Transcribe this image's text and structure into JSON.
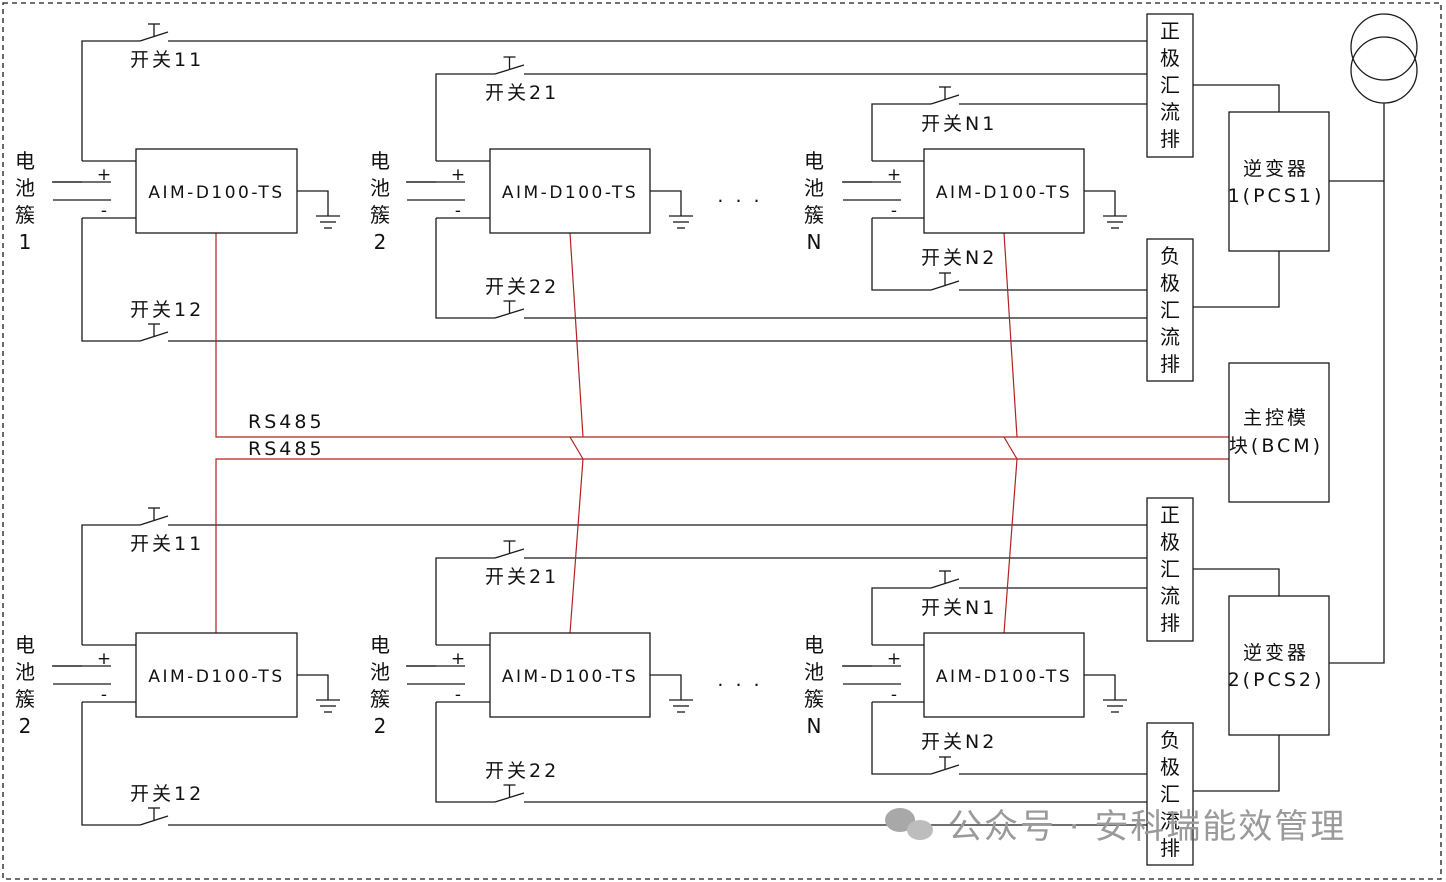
{
  "module": "AIM-D100-TS",
  "cluster_labels": {
    "top": [
      "电\n池\n簇\n1",
      "电\n池\n簇\n2",
      "电\n池\n簇\nN"
    ],
    "bottom": [
      "电\n池\n簇\n2",
      "电\n池\n簇\n2",
      "电\n池\n簇\nN"
    ]
  },
  "switches": {
    "c1_top": "开关11",
    "c1_bottom": "开关12",
    "c2_top": "开关21",
    "c2_bottom": "开关22",
    "cN_top": "开关N1",
    "cN_bottom": "开关N2"
  },
  "plus": "+",
  "minus": "-",
  "ellipsis": ". . .",
  "busbars": {
    "positive": "正\n极\n汇\n流\n排",
    "negative": "负\n极\n汇\n流\n排"
  },
  "pcs": {
    "pcs1": "逆变器\n1(PCS1)",
    "pcs2": "逆变器\n2(PCS2)"
  },
  "bcm": "主控模\n块(BCM)",
  "rs485_top": "RS485",
  "rs485_bottom": "RS485",
  "watermark": "公众号 · 安科瑞能效管理",
  "colors": {
    "line": "#1a1a1a",
    "comm": "#b22222",
    "watermark": "#9a9a9a"
  }
}
